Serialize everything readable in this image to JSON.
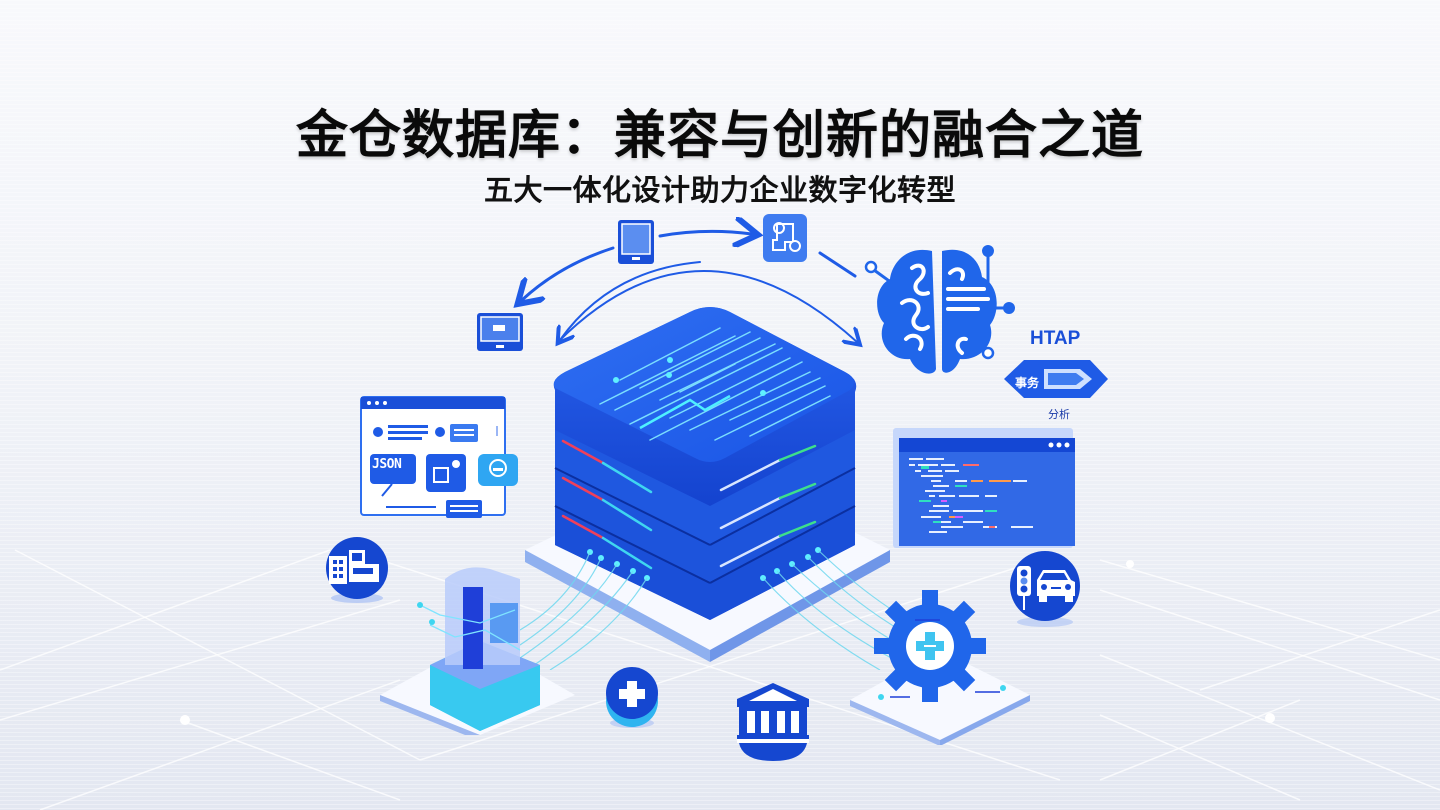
{
  "header": {
    "title": "金仓数据库：兼容与创新的融合之道",
    "subtitle": "五大一体化设计助力企业数字化转型"
  },
  "illustration": {
    "central": "database-server-stack",
    "htap": {
      "label": "HTAP",
      "transaction_label": "事务",
      "analysis_label": "分析"
    },
    "json_panel": {
      "badge_text": "JSON"
    },
    "icons": [
      "tablet-icon",
      "monitor-icon",
      "data-model-icon",
      "ai-brain-icon",
      "htap-arrow-icon",
      "code-editor-window",
      "json-document-panel",
      "enterprise-building-icon",
      "traffic-car-icon",
      "medical-cross-icon",
      "bank-institution-icon",
      "settings-gear-icon",
      "small-server-node"
    ],
    "colors": {
      "primary_blue": "#1f5be6",
      "deep_blue": "#0d3fc4",
      "cyan_accent": "#3fd6f0",
      "red_accent": "#f0405a",
      "green_accent": "#3ee08a",
      "title_text": "#0a0a0a"
    }
  }
}
